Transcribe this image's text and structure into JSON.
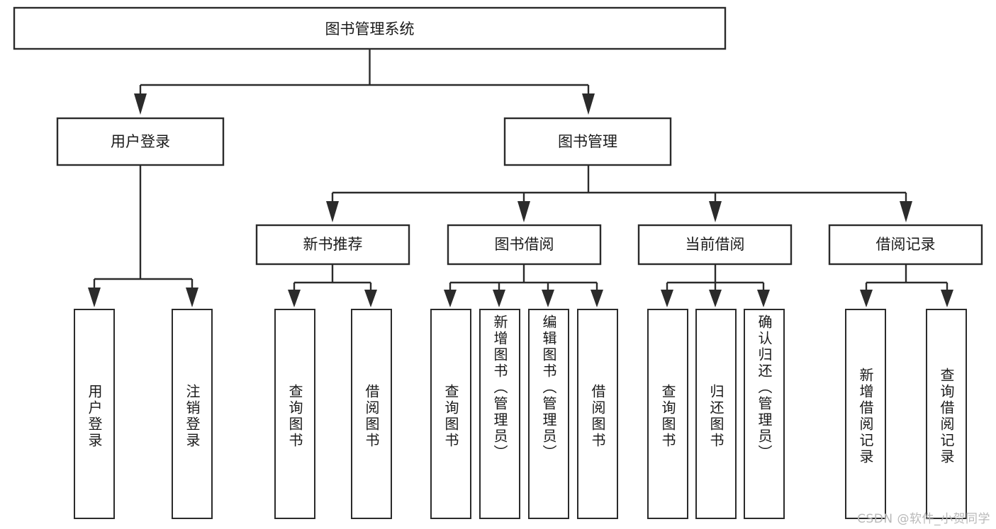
{
  "diagram": {
    "title": "图书管理系统",
    "type": "tree-hierarchy-diagram",
    "colors": {
      "stroke": "#2b2b2b",
      "fill": "#ffffff",
      "text": "#1a1a1a",
      "watermark": "#b9b9b9"
    },
    "root": {
      "label": "图书管理系统"
    },
    "level2": [
      {
        "id": "user-login",
        "label": "用户登录"
      },
      {
        "id": "book-management",
        "label": "图书管理"
      }
    ],
    "level3": [
      {
        "id": "new-book-recommend",
        "label": "新书推荐"
      },
      {
        "id": "book-borrow",
        "label": "图书借阅"
      },
      {
        "id": "current-borrow",
        "label": "当前借阅"
      },
      {
        "id": "borrow-record",
        "label": "借阅记录"
      }
    ],
    "leaves": [
      {
        "id": "leaf-user-login",
        "label": "用户登录",
        "parent": "user-login"
      },
      {
        "id": "leaf-logout-login",
        "label": "注销登录",
        "parent": "user-login"
      },
      {
        "id": "leaf-query-book-1",
        "label": "查询图书",
        "parent": "new-book-recommend"
      },
      {
        "id": "leaf-borrow-book-1",
        "label": "借阅图书",
        "parent": "new-book-recommend"
      },
      {
        "id": "leaf-query-book-2",
        "label": "查询图书",
        "parent": "book-borrow"
      },
      {
        "id": "leaf-add-book",
        "label": "新增图书（管理员）",
        "parent": "book-borrow"
      },
      {
        "id": "leaf-edit-book",
        "label": "编辑图书（管理员）",
        "parent": "book-borrow"
      },
      {
        "id": "leaf-borrow-book-2",
        "label": "借阅图书",
        "parent": "book-borrow"
      },
      {
        "id": "leaf-query-book-3",
        "label": "查询图书",
        "parent": "current-borrow"
      },
      {
        "id": "leaf-return-book",
        "label": "归还图书",
        "parent": "current-borrow"
      },
      {
        "id": "leaf-confirm-return",
        "label": "确认归还（管理员）",
        "parent": "current-borrow"
      },
      {
        "id": "leaf-add-record",
        "label": "新增借阅记录",
        "parent": "borrow-record"
      },
      {
        "id": "leaf-query-record",
        "label": "查询借阅记录",
        "parent": "borrow-record"
      }
    ]
  },
  "watermark": {
    "text": "CSDN @软件_小贺同学"
  }
}
